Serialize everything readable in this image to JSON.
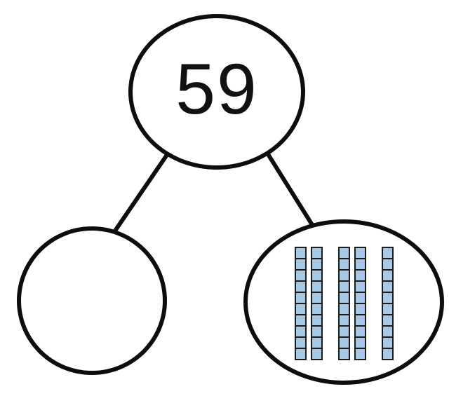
{
  "diagram": {
    "type": "number-bond",
    "total": "59",
    "left_part_value": "",
    "right_part": {
      "representation": "base-ten-rods",
      "rod_count": 5,
      "cells_per_rod": 10,
      "value_represented": 50
    },
    "colors": {
      "background": "#ffffff",
      "circle_stroke": "#0d0d0d",
      "rod_fill": "#a9c7e6",
      "rod_stroke": "#1c1c1c"
    }
  }
}
